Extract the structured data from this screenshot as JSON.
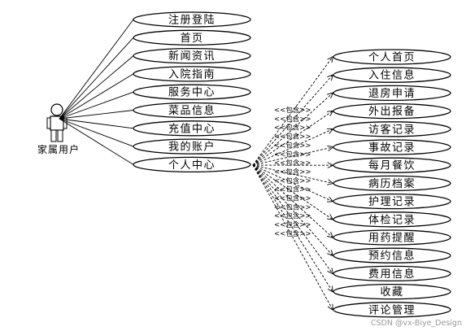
{
  "actor": {
    "label": "家属用户"
  },
  "main_use_cases": [
    "注册登陆",
    "首页",
    "新闻资讯",
    "入院指南",
    "服务中心",
    "菜品信息",
    "充值中心",
    "我的账户",
    "个人中心"
  ],
  "include_hub": "个人中心",
  "include_label": "<<包含>>",
  "sub_use_cases": [
    "个人首页",
    "入住信息",
    "退房申请",
    "外出报备",
    "访客记录",
    "事故记录",
    "每月餐饮",
    "病历档案",
    "护理记录",
    "体检记录",
    "用药提醒",
    "预约信息",
    "费用信息",
    "收藏",
    "评论管理"
  ],
  "watermark": "CSDN @vx-Biye_Design"
}
